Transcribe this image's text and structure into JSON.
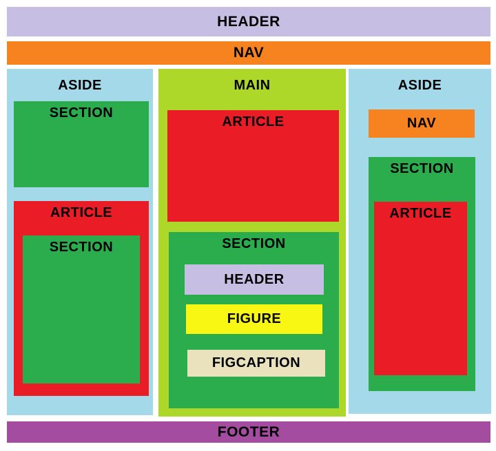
{
  "colors": {
    "page_background": "#FFFFFF",
    "label_text": "#000000",
    "header": "#C7BFE3",
    "nav": "#F68320",
    "aside": "#A3D9E8",
    "main": "#AED829",
    "section": "#2BAD4E",
    "article": "#EA1C25",
    "figure": "#F8F713",
    "figcaption": "#E9E2BC",
    "footer": "#A44C9F"
  },
  "page": {
    "header": {
      "label": "HEADER"
    },
    "nav": {
      "label": "NAV"
    },
    "left_aside": {
      "label": "ASIDE",
      "section": {
        "label": "SECTION"
      },
      "article": {
        "label": "ARTICLE",
        "section": {
          "label": "SECTION"
        }
      }
    },
    "main": {
      "label": "MAIN",
      "article": {
        "label": "ARTICLE"
      },
      "section": {
        "label": "SECTION",
        "header": {
          "label": "HEADER"
        },
        "figure": {
          "label": "FIGURE"
        },
        "figcaption": {
          "label": "FIGCAPTION"
        }
      }
    },
    "right_aside": {
      "label": "ASIDE",
      "nav": {
        "label": "NAV"
      },
      "section": {
        "label": "SECTION",
        "article": {
          "label": "ARTICLE"
        }
      }
    },
    "footer": {
      "label": "FOOTER"
    }
  }
}
